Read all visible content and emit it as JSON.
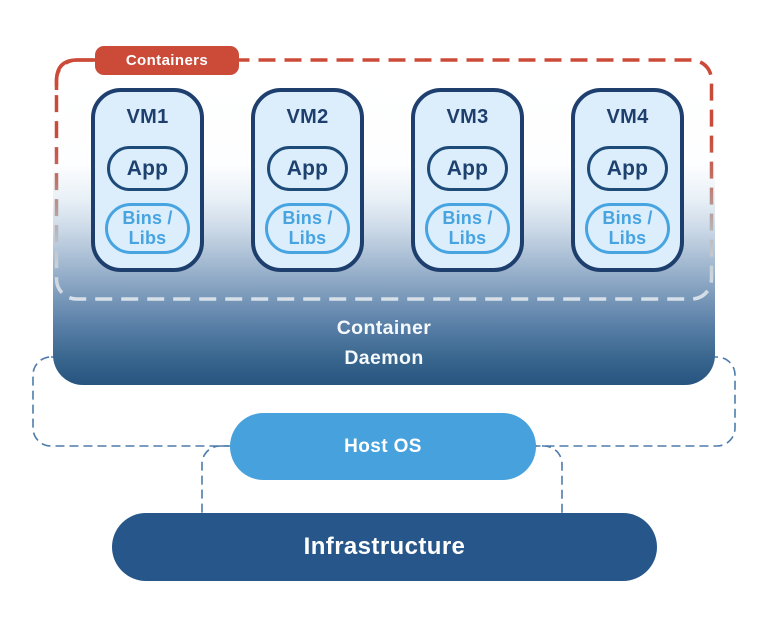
{
  "containers_boundary": {
    "label": "Containers"
  },
  "vms": [
    {
      "title": "VM1",
      "app": "App",
      "bins_line1": "Bins /",
      "bins_line2": "Libs"
    },
    {
      "title": "VM2",
      "app": "App",
      "bins_line1": "Bins /",
      "bins_line2": "Libs"
    },
    {
      "title": "VM3",
      "app": "App",
      "bins_line1": "Bins /",
      "bins_line2": "Libs"
    },
    {
      "title": "VM4",
      "app": "App",
      "bins_line1": "Bins /",
      "bins_line2": "Libs"
    }
  ],
  "daemon": {
    "line1": "Container",
    "line2": "Daemon"
  },
  "host_os": {
    "label": "Host OS"
  },
  "infrastructure": {
    "label": "Infrastructure"
  },
  "colors": {
    "accent_red": "#cb4a38",
    "navy_border": "#1e3f6d",
    "card_fill": "#dceefb",
    "bins_blue": "#47a4e1",
    "host_os_blue": "#47a1dc",
    "infrastructure_navy": "#26568a",
    "daemon_gradient_bottom": "#27547f",
    "dashed_blue": "#4d7cab"
  }
}
